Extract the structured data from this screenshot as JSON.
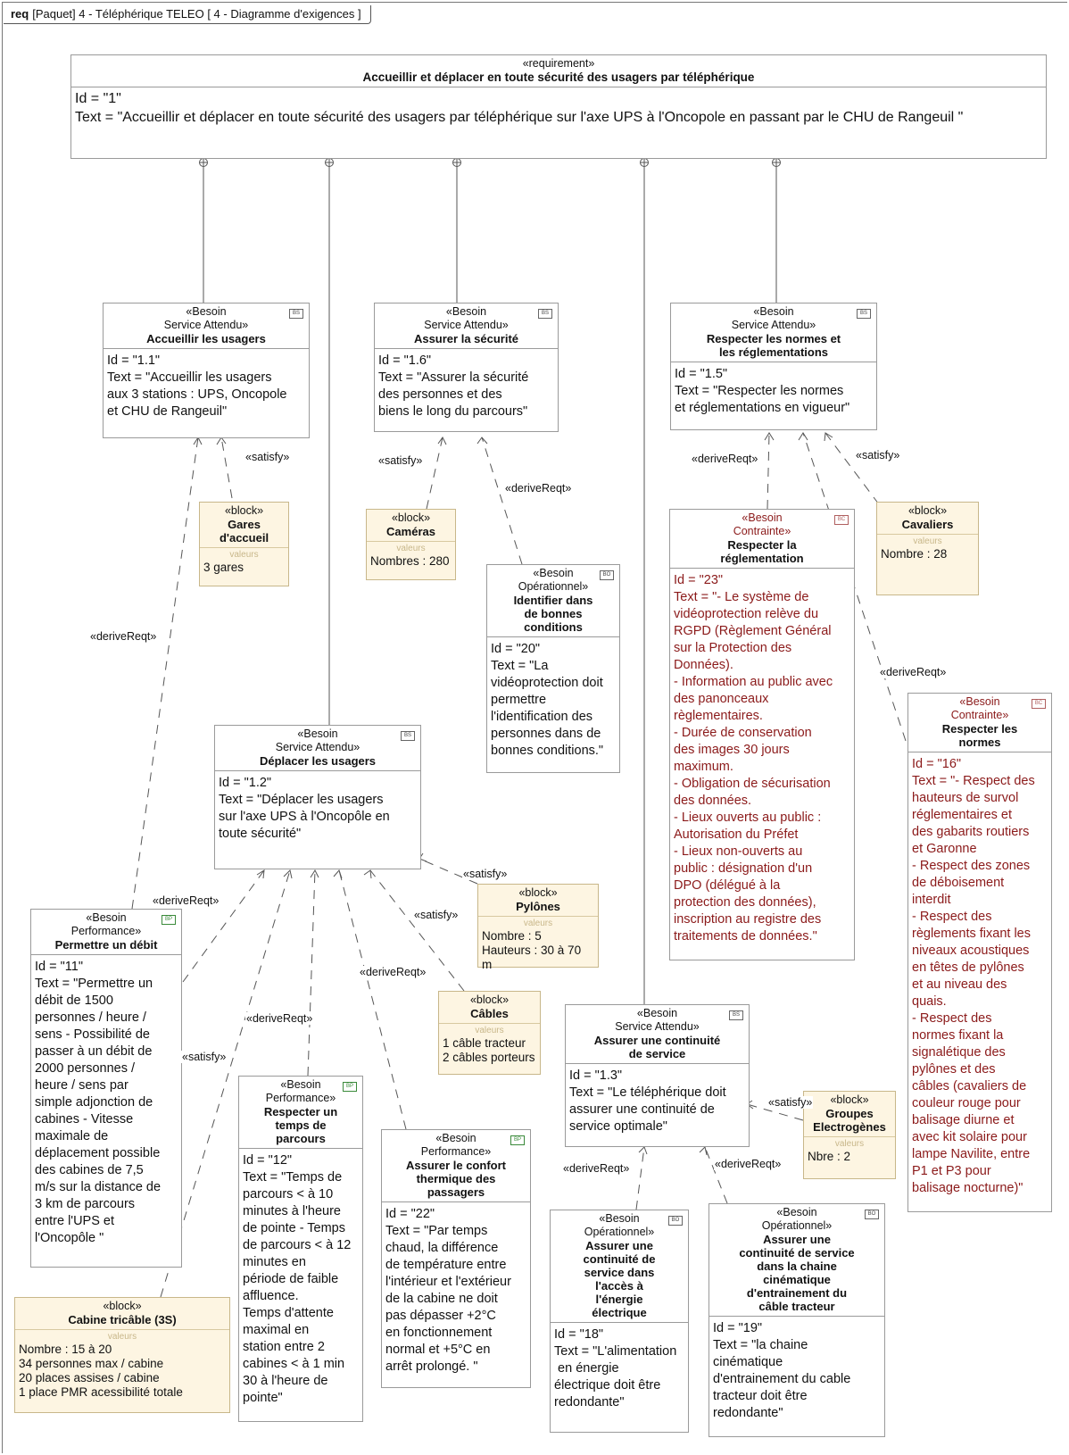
{
  "frame": {
    "kind": "req",
    "title": "[Paquet] 4 - Téléphérique TELEO [ 4 - Diagramme d'exigences ]"
  },
  "root": {
    "stereotype": "«requirement»",
    "title": "Accueillir et déplacer en toute sécurité des usagers par téléphérique",
    "id": "Id = \"1\"",
    "text": "Text = \"Accueillir et déplacer en toute sécurité des usagers par téléphérique sur l'axe UPS à l'Oncopole en passant par le CHU de Rangeuil \""
  },
  "requirements": {
    "r11": {
      "stereotype": "«Besoin\nService Attendu»",
      "title": "Accueillir les usagers",
      "badge": "BS",
      "body": "Id = \"1.1\"\nText = \"Accueillir les usagers\naux 3 stations : UPS, Oncopole\net CHU de Rangeuil\""
    },
    "r16": {
      "stereotype": "«Besoin\nService Attendu»",
      "title": "Assurer la sécurité",
      "badge": "BS",
      "body": "Id = \"1.6\"\nText = \"Assurer la sécurité\ndes personnes et des\nbiens le long du parcours\""
    },
    "r15": {
      "stereotype": "«Besoin\nService Attendu»",
      "title": "Respecter les normes et\nles réglementations",
      "badge": "BS",
      "body": "Id = \"1.5\"\nText = \"Respecter les normes\net réglementations en vigueur\""
    },
    "r12": {
      "stereotype": "«Besoin\nService Attendu»",
      "title": "Déplacer les usagers",
      "badge": "BS",
      "body": "Id = \"1.2\"\nText = \"Déplacer les usagers\nsur l'axe UPS à l'Oncopôle en\ntoute sécurité\""
    },
    "r13": {
      "stereotype": "«Besoin\nService Attendu»",
      "title": "Assurer une continuité\nde service",
      "badge": "BS",
      "body": "Id = \"1.3\"\nText = \"Le téléphérique doit\nassurer une continuité de\nservice optimale\""
    },
    "r20": {
      "stereotype": "«Besoin\nOpérationnel»",
      "title": "Identifier dans\nde bonnes\nconditions",
      "badge": "BO",
      "body": "Id = \"20\"\nText = \"La\nvidéoprotection doit\npermettre\nl'identification des\npersonnes dans de\nbonnes conditions.\""
    },
    "r23": {
      "stereotype": "«Besoin\nContrainte»",
      "title": "Respecter la\nréglementation",
      "badge": "BC",
      "body": "Id = \"23\"\nText = \"- Le système de\nvidéoprotection relève du\nRGPD (Règlement Général\nsur la Protection des\nDonnées).\n- Information au public avec\ndes panonceaux\nrèglementaires.\n- Durée de conservation\ndes images 30 jours\nmaximum.\n- Obligation de sécurisation\ndes données.\n- Lieux ouverts au public :\nAutorisation du Préfet\n- Lieux non-ouverts au\npublic : désignation d'un\nDPO (délégué à la\nprotection des données),\ninscription au registre des\ntraitements de données.\""
    },
    "r16b": {
      "stereotype": "«Besoin\nContrainte»",
      "title": "Respecter les\nnormes",
      "badge": "BC",
      "body": "Id = \"16\"\nText = \"- Respect des\nhauteurs de survol\nréglementaires et\ndes gabarits routiers\net Garonne\n- Respect des zones\nde déboisement\ninterdit\n- Respect des\nrèglements fixant les\nniveaux acoustiques\nen têtes de pylônes\net au niveau des\nquais.\n- Respect des\nnormes fixant la\nsignalétique des\npylônes et des\ncâbles (cavaliers de\ncouleur rouge pour\nbalisage diurne et\navec kit solaire pour\nlampe Navilite, entre\nP1 et P3 pour\nbalisage nocturne)\""
    },
    "r11p": {
      "stereotype": "«Besoin\nPerformance»",
      "title": "Permettre un débit",
      "badge": "BP",
      "body": "Id = \"11\"\nText = \"Permettre un\ndébit de 1500\npersonnes / heure /\nsens - Possibilité de\npasser à un débit de\n2000 personnes /\nheure / sens par\nsimple adjonction de\ncabines - Vitesse\nmaximale de\ndéplacement possible\ndes cabines de 7,5\nm/s sur la distance de\n3 km de parcours\nentre l'UPS et\nl'Oncopôle \""
    },
    "r12p": {
      "stereotype": "«Besoin\nPerformance»",
      "title": "Respecter un\ntemps de\nparcours",
      "badge": "BP",
      "body": "Id = \"12\"\nText = \"Temps de\nparcours < à 10\nminutes à l'heure\nde pointe - Temps\nde parcours < à 12\nminutes en\npériode de faible\naffluence.\nTemps d'attente\nmaximal en\nstation entre 2\ncabines < à 1 min\n30 à l'heure de\npointe\""
    },
    "r22": {
      "stereotype": "«Besoin\nPerformance»",
      "title": "Assurer le confort\nthermique des\npassagers",
      "badge": "BP",
      "body": "Id = \"22\"\nText = \"Par temps\nchaud, la différence\nde température entre\nl'intérieur et l'extérieur\nde la cabine ne doit\npas dépasser +2°C\nen fonctionnement\nnormal et +5°C en\narrêt prolongé. \""
    },
    "r18": {
      "stereotype": "«Besoin\nOpérationnel»",
      "title": "Assurer une\ncontinuité de\nservice dans\nl'accès à\nl'énergie\nélectrique",
      "badge": "BO",
      "body": "Id = \"18\"\nText = \"L'alimentation\n en énergie\nélectrique doit être\nredondante\""
    },
    "r19": {
      "stereotype": "«Besoin\nOpérationnel»",
      "title": "Assurer une\ncontinuité de service\ndans la chaine\ncinématique\nd'entrainement du\ncâble tracteur",
      "badge": "BO",
      "body": "Id = \"19\"\nText = \"la chaine\ncinématique\nd'entrainement du cable\ntracteur doit être\nredondante\""
    }
  },
  "blocks": {
    "gares": {
      "stereotype": "«block»",
      "title": "Gares\nd'accueil",
      "compartment": "valeurs",
      "body": "3 gares"
    },
    "cameras": {
      "stereotype": "«block»",
      "title": "Caméras",
      "compartment": "valeurs",
      "body": "Nombres : 280"
    },
    "cavaliers": {
      "stereotype": "«block»",
      "title": "Cavaliers",
      "compartment": "valeurs",
      "body": "Nombre : 28"
    },
    "pylones": {
      "stereotype": "«block»",
      "title": "Pylônes",
      "compartment": "valeurs",
      "body": "Nombre : 5\nHauteurs : 30 à 70 m"
    },
    "cables": {
      "stereotype": "«block»",
      "title": "Câbles",
      "compartment": "valeurs",
      "body": "1 câble tracteur\n2 câbles porteurs"
    },
    "groupes": {
      "stereotype": "«block»",
      "title": "Groupes\nElectrogènes",
      "compartment": "valeurs",
      "body": "Nbre : 2"
    },
    "cabine": {
      "stereotype": "«block»",
      "title": "Cabine tricâble (3S)",
      "compartment": "valeurs",
      "body": "Nombre : 15 à 20\n34 personnes max / cabine\n20 places assises / cabine\n1 place PMR acessibilité totale"
    }
  },
  "link_labels": {
    "satisfy": "«satisfy»",
    "derive": "«deriveReqt»"
  }
}
